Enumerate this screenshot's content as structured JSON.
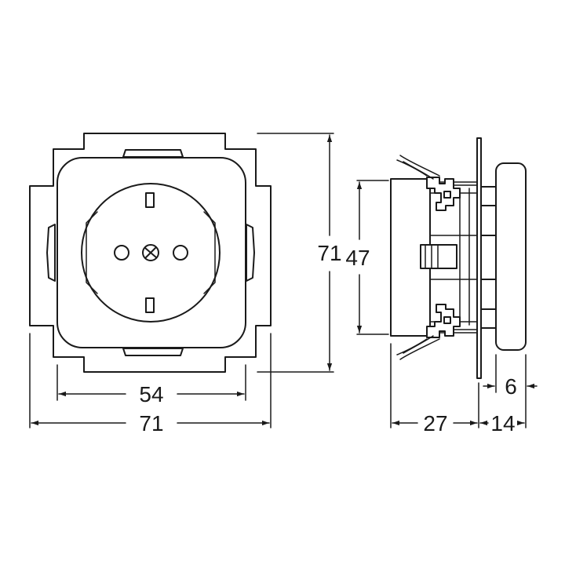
{
  "dimensions": {
    "front_inner_width": "54",
    "front_outer_width": "71",
    "front_height": "71",
    "side_body_height": "47",
    "side_depth": "27",
    "side_cover_depth": "6",
    "side_total_cover_depth": "14"
  },
  "colors": {
    "line": "#1a1a1a",
    "background": "#ffffff"
  }
}
